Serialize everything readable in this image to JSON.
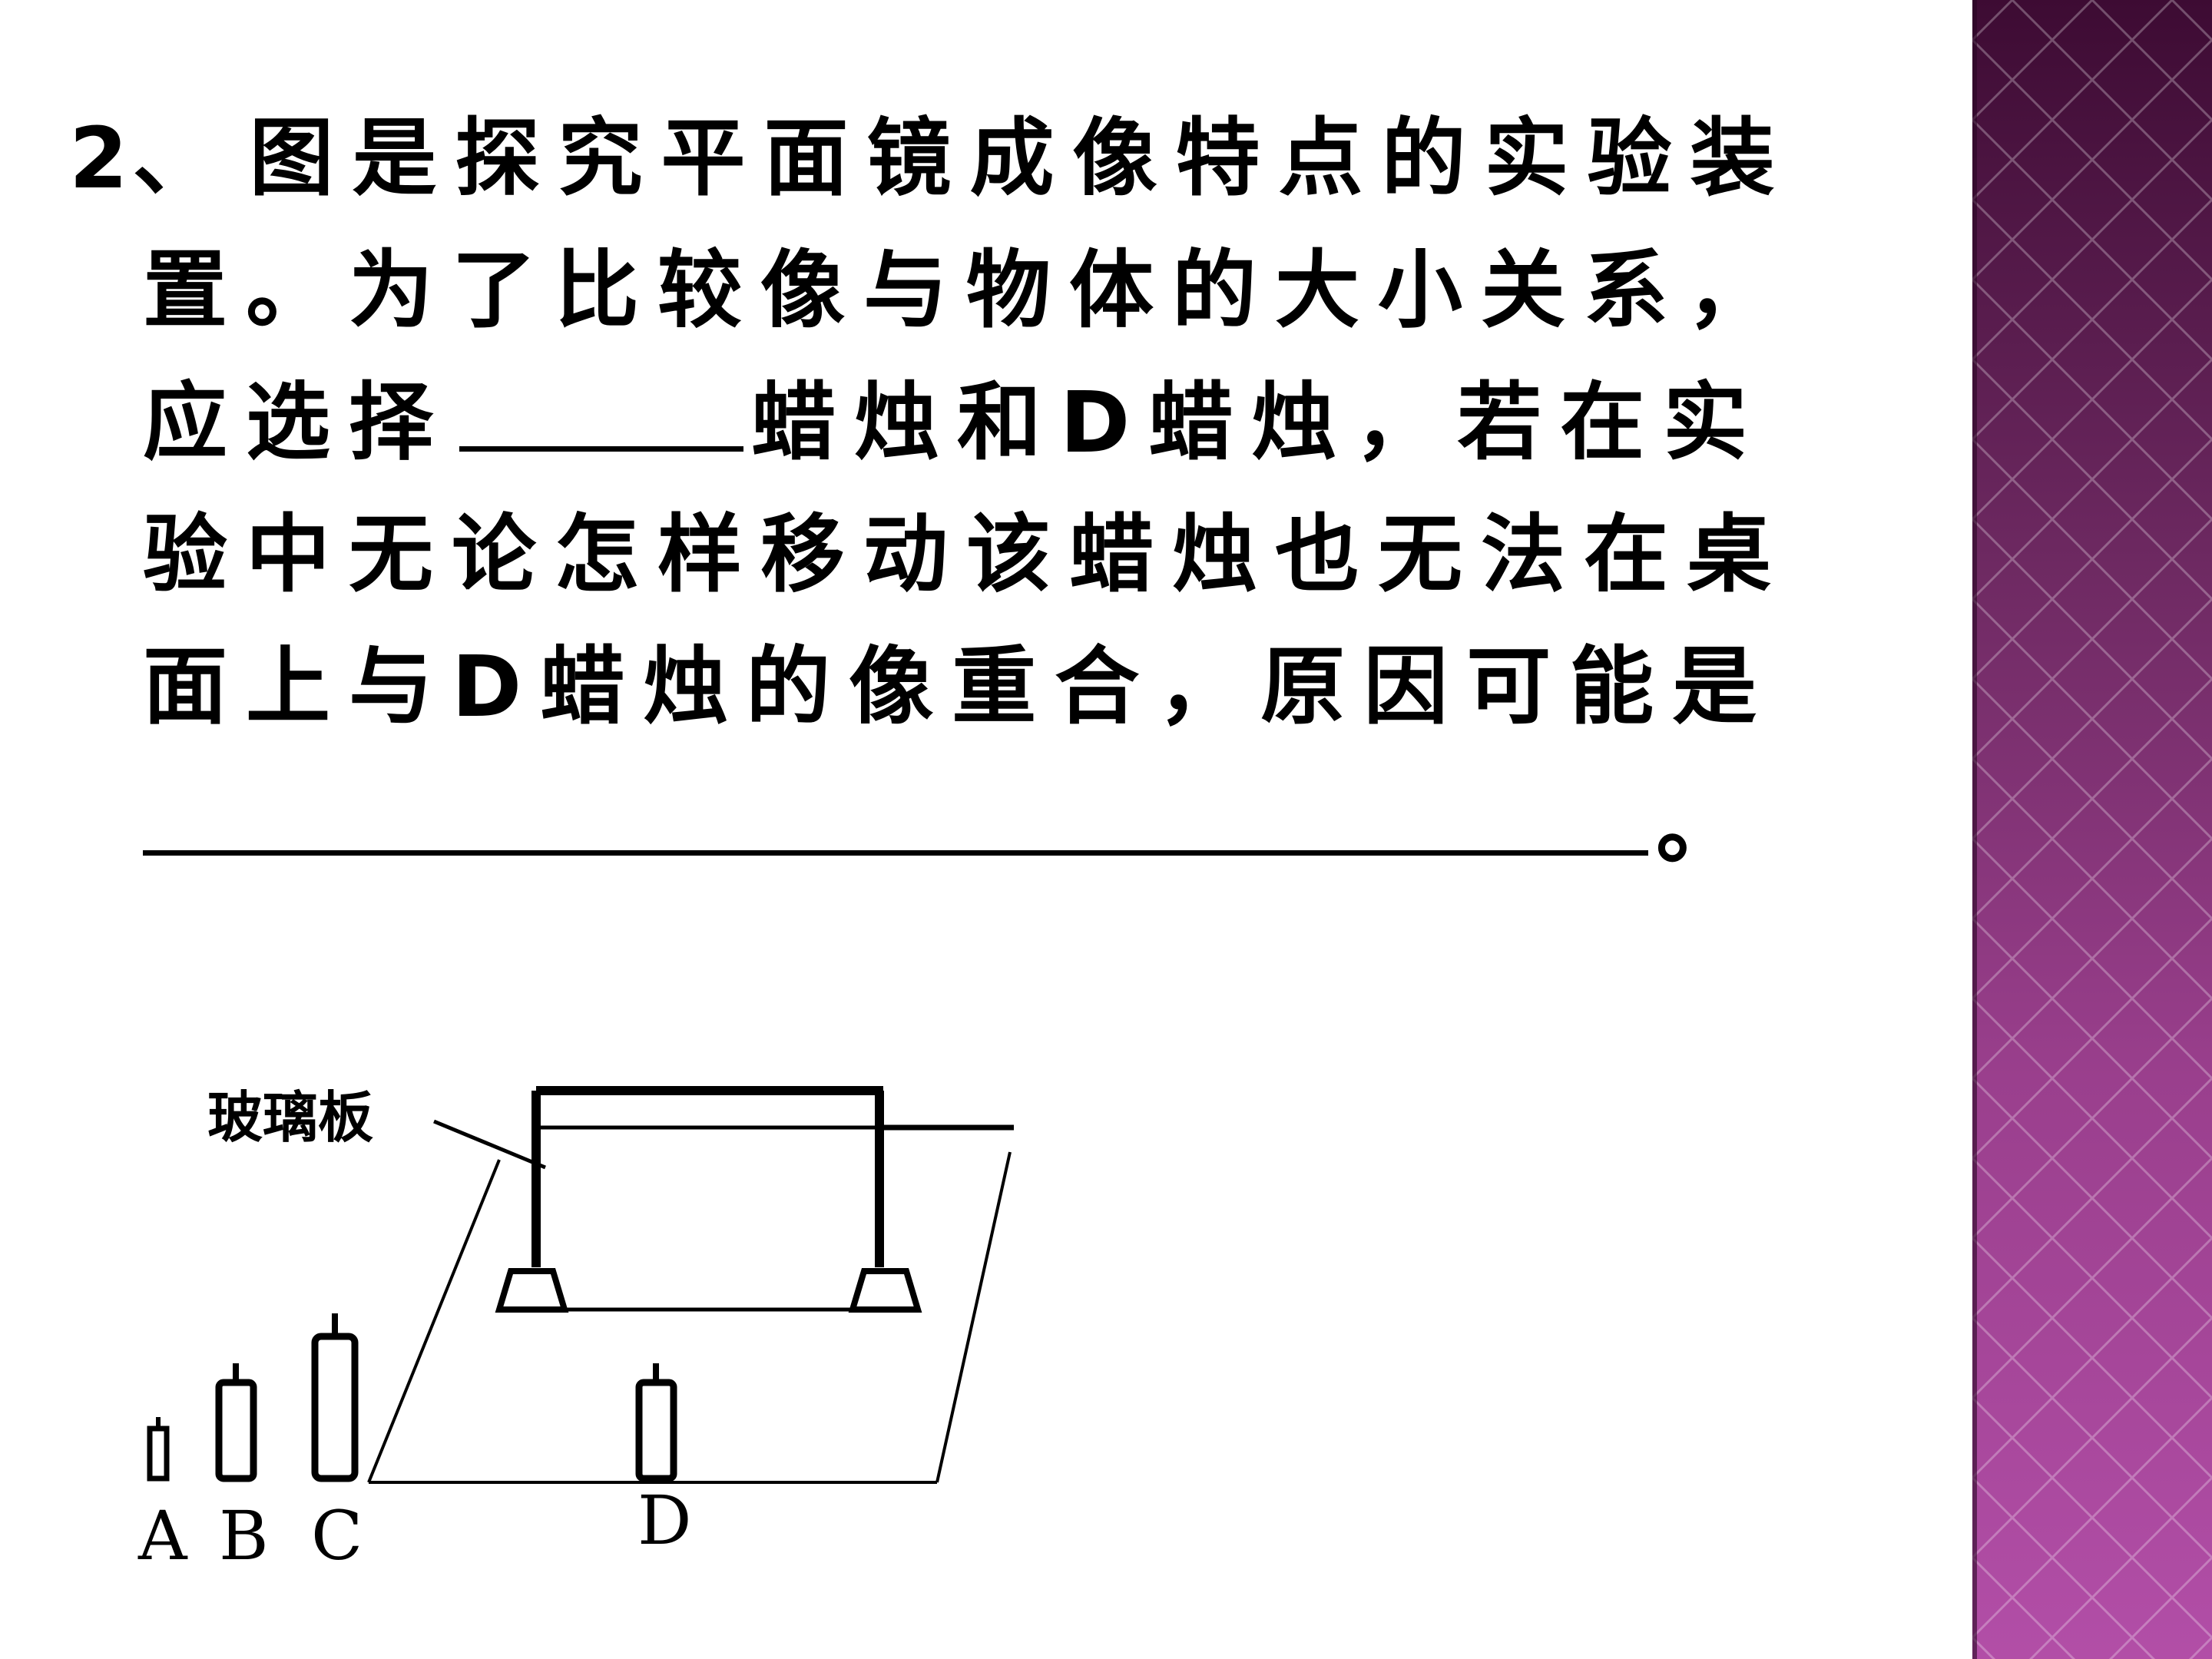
{
  "question": {
    "number": "2、",
    "lines": [
      "图是探究平面镜成像特点的实验装",
      "置。为了比较像与物体的大小关系，",
      "蜡烛和D蜡烛，若在实",
      "验中无论怎样移动该蜡烛也无法在桌",
      "面上与D蜡烛的像重合，原因可能是",
      "。"
    ],
    "line3_prefix": "应选择"
  },
  "figure": {
    "glass_label": "玻璃板",
    "candle_labels": [
      "A",
      "B",
      "C",
      "D"
    ]
  },
  "colors": {
    "band_top": "#3d0b33",
    "band_bottom": "#b24ea7",
    "text": "#000000"
  }
}
